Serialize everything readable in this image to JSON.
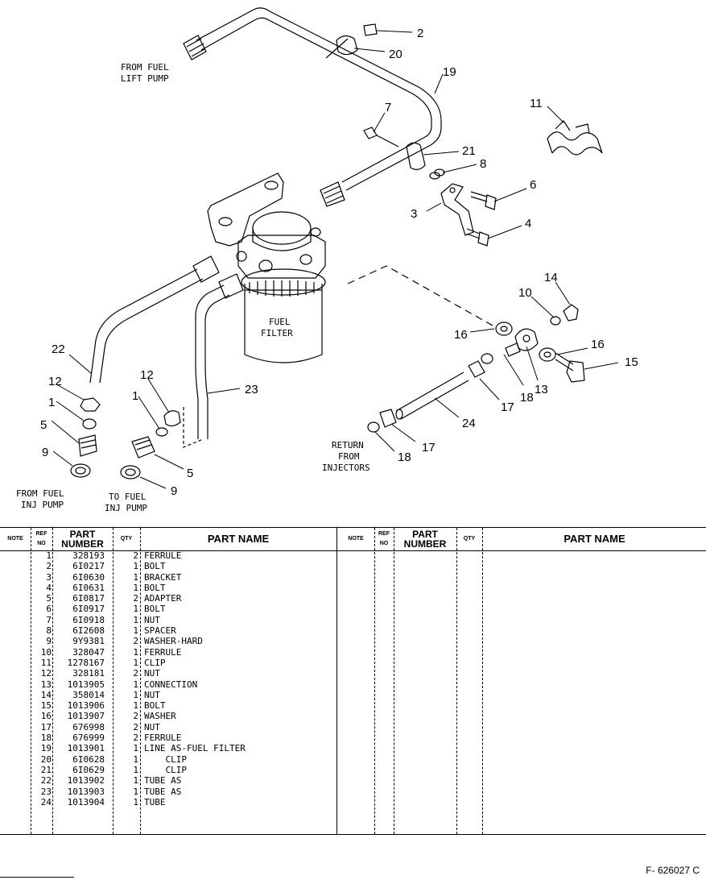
{
  "diagram": {
    "labels": {
      "from_fuel_lift_pump": [
        "FROM FUEL",
        "LIFT PUMP"
      ],
      "fuel_filter": [
        "FUEL",
        "FILTER"
      ],
      "return_from_injectors": [
        "RETURN",
        "FROM",
        "INJECTORS"
      ],
      "from_fuel_inj_pump": [
        "FROM FUEL",
        "INJ PUMP"
      ],
      "to_fuel_inj_pump": [
        "TO FUEL",
        "INJ PUMP"
      ]
    },
    "callouts": [
      "2",
      "20",
      "19",
      "7",
      "21",
      "8",
      "11",
      "6",
      "3",
      "4",
      "14",
      "10",
      "16",
      "16",
      "15",
      "13",
      "18",
      "17",
      "24",
      "17",
      "18",
      "22",
      "12",
      "1",
      "5",
      "9",
      "12",
      "1",
      "23",
      "5",
      "9"
    ]
  },
  "table": {
    "headers": {
      "note": "NOTE",
      "ref_no": [
        "REF",
        "NO"
      ],
      "part_number": [
        "PART",
        "NUMBER"
      ],
      "qty": "QTY",
      "part_name": "PART NAME"
    },
    "rows": [
      {
        "ref": "1",
        "part_number": "328193",
        "qty": "2",
        "name": "FERRULE"
      },
      {
        "ref": "2",
        "part_number": "6I0217",
        "qty": "1",
        "name": "BOLT"
      },
      {
        "ref": "3",
        "part_number": "6I0630",
        "qty": "1",
        "name": "BRACKET"
      },
      {
        "ref": "4",
        "part_number": "6I0631",
        "qty": "1",
        "name": "BOLT"
      },
      {
        "ref": "5",
        "part_number": "6I0817",
        "qty": "2",
        "name": "ADAPTER"
      },
      {
        "ref": "6",
        "part_number": "6I0917",
        "qty": "1",
        "name": "BOLT"
      },
      {
        "ref": "7",
        "part_number": "6I0918",
        "qty": "1",
        "name": "NUT"
      },
      {
        "ref": "8",
        "part_number": "6I2608",
        "qty": "1",
        "name": "SPACER"
      },
      {
        "ref": "9",
        "part_number": "9Y9381",
        "qty": "2",
        "name": "WASHER-HARD"
      },
      {
        "ref": "10",
        "part_number": "328047",
        "qty": "1",
        "name": "FERRULE"
      },
      {
        "ref": "11",
        "part_number": "1278167",
        "qty": "1",
        "name": "CLIP"
      },
      {
        "ref": "12",
        "part_number": "328181",
        "qty": "2",
        "name": "NUT"
      },
      {
        "ref": "13",
        "part_number": "1013905",
        "qty": "1",
        "name": "CONNECTION"
      },
      {
        "ref": "14",
        "part_number": "358014",
        "qty": "1",
        "name": "NUT"
      },
      {
        "ref": "15",
        "part_number": "1013906",
        "qty": "1",
        "name": "BOLT"
      },
      {
        "ref": "16",
        "part_number": "1013907",
        "qty": "2",
        "name": "WASHER"
      },
      {
        "ref": "17",
        "part_number": "676998",
        "qty": "2",
        "name": "NUT"
      },
      {
        "ref": "18",
        "part_number": "676999",
        "qty": "2",
        "name": "FERRULE"
      },
      {
        "ref": "19",
        "part_number": "1013901",
        "qty": "1",
        "name": "LINE AS-FUEL FILTER"
      },
      {
        "ref": "20",
        "part_number": "6I0628",
        "qty": "1",
        "name": "    CLIP"
      },
      {
        "ref": "21",
        "part_number": "6I0629",
        "qty": "1",
        "name": "    CLIP"
      },
      {
        "ref": "22",
        "part_number": "1013902",
        "qty": "1",
        "name": "TUBE AS"
      },
      {
        "ref": "23",
        "part_number": "1013903",
        "qty": "1",
        "name": "TUBE AS"
      },
      {
        "ref": "24",
        "part_number": "1013904",
        "qty": "1",
        "name": "TUBE"
      }
    ]
  },
  "footer": {
    "code": "F- 626027 C"
  }
}
